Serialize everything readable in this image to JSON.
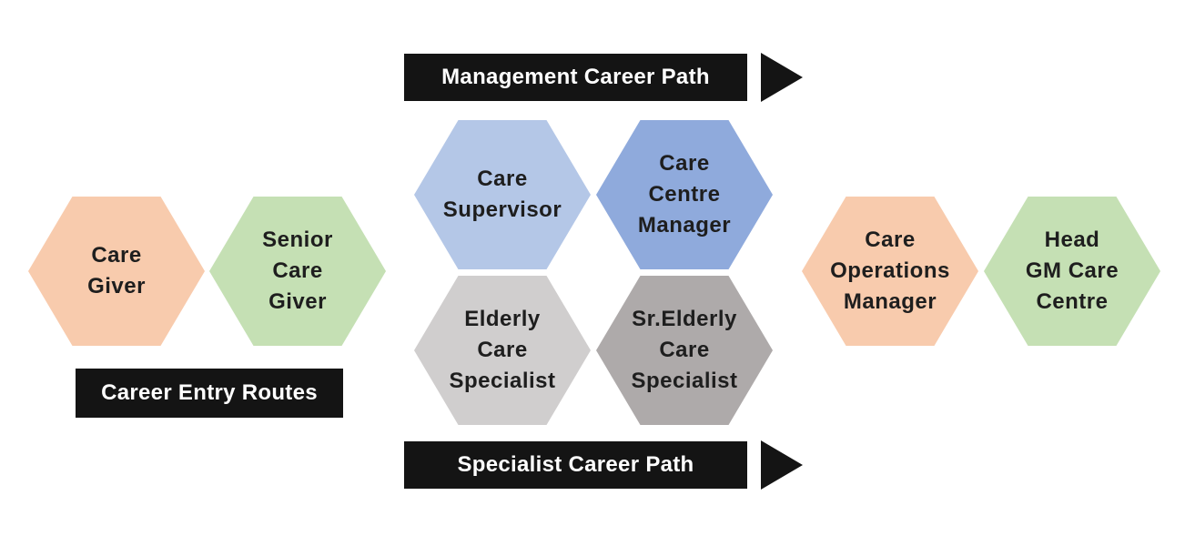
{
  "colors": {
    "peach": "#f8cbad",
    "green": "#c5e0b4",
    "light_blue": "#b4c7e7",
    "blue": "#8faadc",
    "light_gray": "#d0cece",
    "gray": "#aeaaaa",
    "bar": "#141414"
  },
  "entry": {
    "care_giver": [
      "Care",
      "Giver"
    ],
    "senior_care_giver": [
      "Senior",
      "Care",
      "Giver"
    ],
    "label": "Career Entry Routes"
  },
  "management": {
    "label": "Management Career Path",
    "care_supervisor": [
      "Care",
      "Supervisor"
    ],
    "care_centre_manager": [
      "Care",
      "Centre",
      "Manager"
    ]
  },
  "specialist": {
    "label": "Specialist Career Path",
    "elderly_care_specialist": [
      "Elderly",
      "Care",
      "Specialist"
    ],
    "sr_elderly_care_specialist": [
      "Sr.Elderly",
      "Care",
      "Specialist"
    ]
  },
  "top": {
    "care_operations_manager": [
      "Care",
      "Operations",
      "Manager"
    ],
    "head_gm_care_centre": [
      "Head",
      "GM Care",
      "Centre"
    ]
  }
}
